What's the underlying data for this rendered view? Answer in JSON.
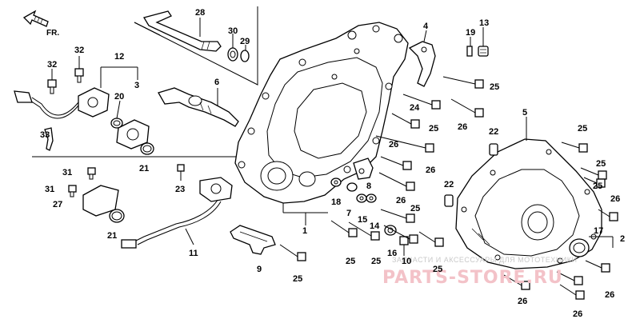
{
  "orientation": {
    "label": "FR."
  },
  "callouts": [
    {
      "id": "c28",
      "text": "28"
    },
    {
      "id": "c30",
      "text": "30"
    },
    {
      "id": "c29",
      "text": "29"
    },
    {
      "id": "c4",
      "text": "4"
    },
    {
      "id": "c19",
      "text": "19"
    },
    {
      "id": "c13",
      "text": "13"
    },
    {
      "id": "c32a",
      "text": "32"
    },
    {
      "id": "c12",
      "text": "12"
    },
    {
      "id": "c32b",
      "text": "32"
    },
    {
      "id": "c3",
      "text": "3"
    },
    {
      "id": "c6",
      "text": "6"
    },
    {
      "id": "c20",
      "text": "20"
    },
    {
      "id": "c25a",
      "text": "25"
    },
    {
      "id": "c24",
      "text": "24"
    },
    {
      "id": "c25b",
      "text": "25"
    },
    {
      "id": "c26a",
      "text": "26"
    },
    {
      "id": "c5",
      "text": "5"
    },
    {
      "id": "c33",
      "text": "33"
    },
    {
      "id": "c21a",
      "text": "21"
    },
    {
      "id": "c22a",
      "text": "22"
    },
    {
      "id": "c25c",
      "text": "25"
    },
    {
      "id": "c26b",
      "text": "26"
    },
    {
      "id": "c26c",
      "text": "26"
    },
    {
      "id": "c25d",
      "text": "25"
    },
    {
      "id": "c31a",
      "text": "31"
    },
    {
      "id": "c23",
      "text": "23"
    },
    {
      "id": "c8",
      "text": "8"
    },
    {
      "id": "c25e",
      "text": "25"
    },
    {
      "id": "c26d",
      "text": "26"
    },
    {
      "id": "c31b",
      "text": "31"
    },
    {
      "id": "c27",
      "text": "27"
    },
    {
      "id": "c18",
      "text": "18"
    },
    {
      "id": "c7",
      "text": "7"
    },
    {
      "id": "c15",
      "text": "15"
    },
    {
      "id": "c14",
      "text": "14"
    },
    {
      "id": "c22b",
      "text": "22"
    },
    {
      "id": "c26e",
      "text": "26"
    },
    {
      "id": "c25f",
      "text": "25"
    },
    {
      "id": "c1",
      "text": "1"
    },
    {
      "id": "c21b",
      "text": "21"
    },
    {
      "id": "c17",
      "text": "17"
    },
    {
      "id": "c2",
      "text": "2"
    },
    {
      "id": "c11",
      "text": "11"
    },
    {
      "id": "c25g",
      "text": "25"
    },
    {
      "id": "c25h",
      "text": "25"
    },
    {
      "id": "c16",
      "text": "16"
    },
    {
      "id": "c10",
      "text": "10"
    },
    {
      "id": "c25i",
      "text": "25"
    },
    {
      "id": "c9",
      "text": "9"
    },
    {
      "id": "c25j",
      "text": "25"
    },
    {
      "id": "c26f",
      "text": "26"
    },
    {
      "id": "c26g",
      "text": "26"
    },
    {
      "id": "c26h",
      "text": "26"
    }
  ],
  "watermark": {
    "caption": "ЗАПЧАСТИ И АКСЕССУАРЫ ДЛЯ МОТОТЕХНИКИ",
    "logo_text": "PARTS-STORE.RU"
  }
}
